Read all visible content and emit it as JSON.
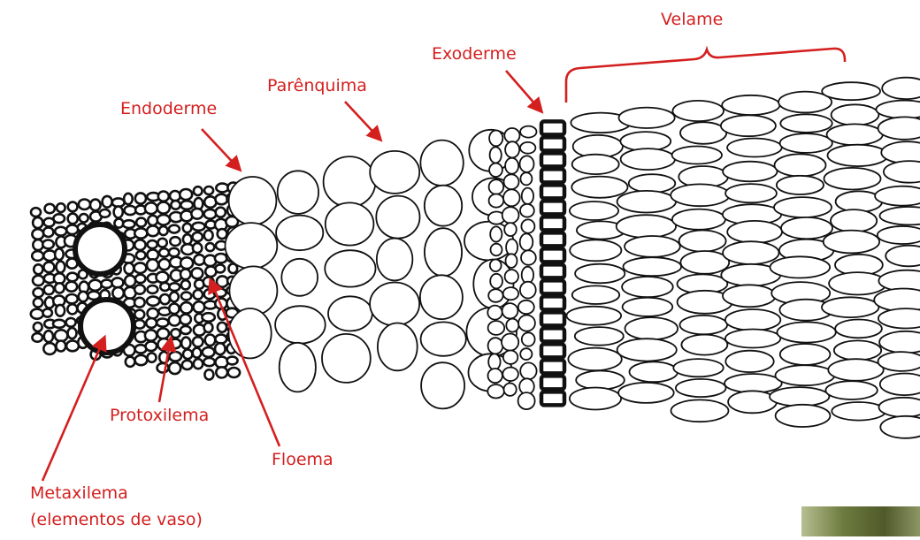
{
  "labels": {
    "velame": "Velame",
    "exoderme": "Exoderme",
    "parenquima": "Parênquima",
    "endoderme": "Endoderme",
    "protoxilema": "Protoxilema",
    "floema": "Floema",
    "metaxilema": "Metaxilema",
    "metaxilema_note": "(elementos de vaso)"
  },
  "colors": {
    "label": "#d41f1f",
    "ink": "#111111",
    "background": "#ffffff"
  }
}
